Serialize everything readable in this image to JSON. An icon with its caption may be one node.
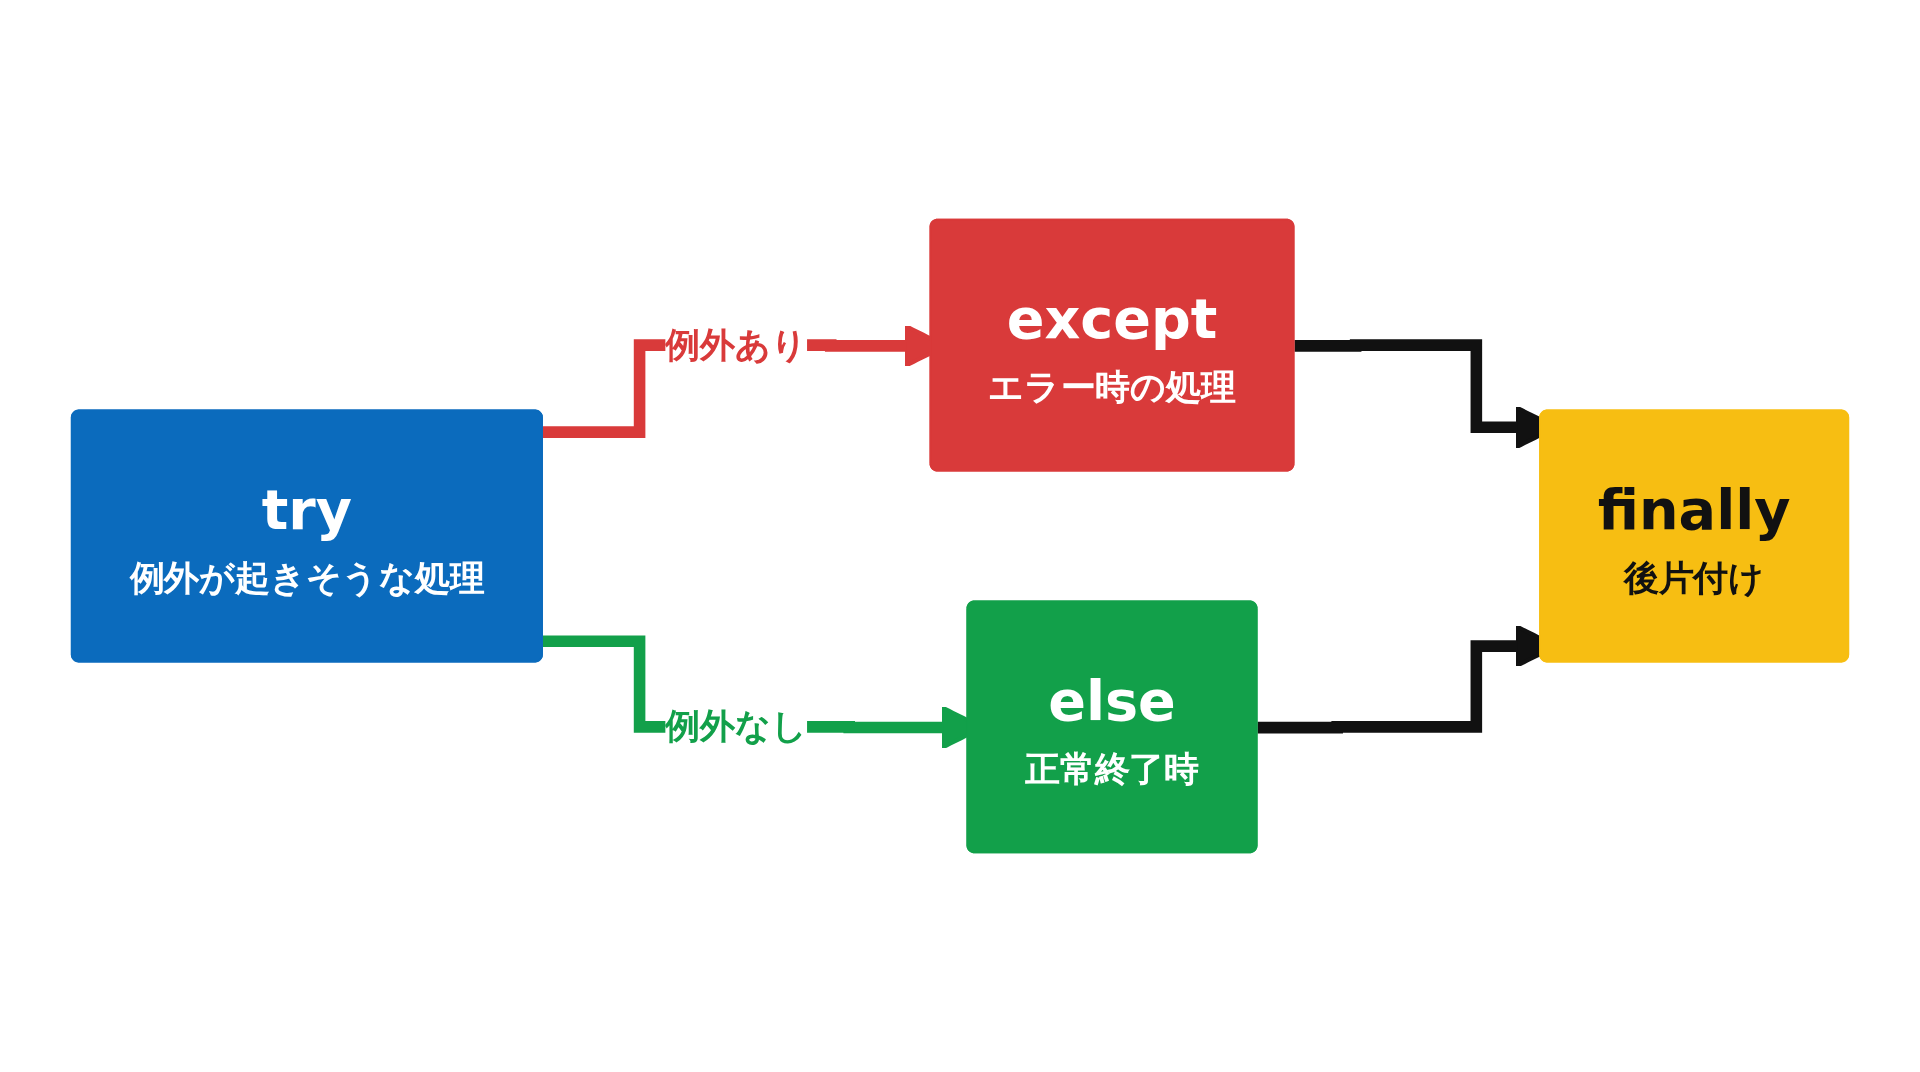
{
  "diagram": {
    "nodes": [
      {
        "text": [
          "try",
          "例外が起きそうな処理"
        ]
      },
      {
        "text": [
          "except",
          "エラー時の処理"
        ]
      },
      {
        "text": [
          "else",
          "正常終了時"
        ]
      },
      {
        "text": [
          "finally",
          "後片付け"
        ]
      }
    ],
    "edges": [
      {
        "from": 0,
        "to": 1,
        "arrow": "to",
        "label": "例外あり",
        "color": "#d93a3a"
      },
      {
        "from": 0,
        "to": 2,
        "arrow": "to",
        "label": "例外なし",
        "color": "#12a04a"
      },
      {
        "from": 1,
        "to": 3,
        "arrow": "to"
      },
      {
        "from": 2,
        "to": 3,
        "arrow": "to"
      }
    ]
  }
}
